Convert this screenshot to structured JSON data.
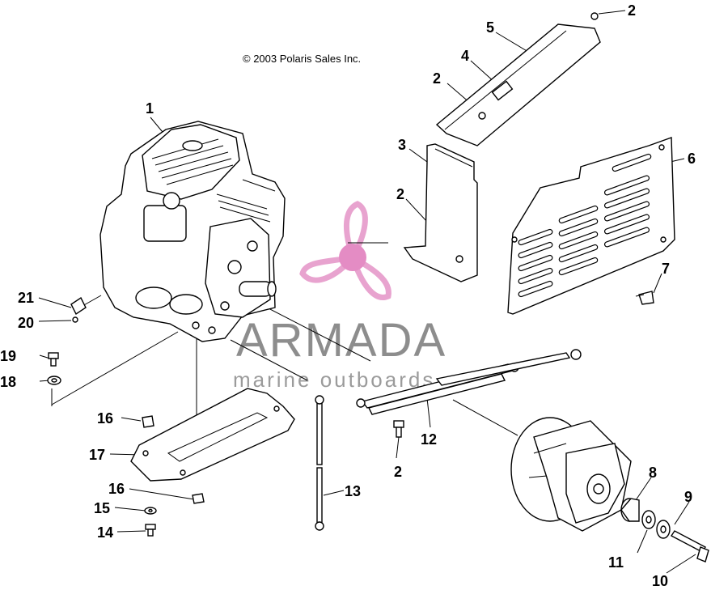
{
  "copyright": "© 2003 Polaris Sales Inc.",
  "watermark": {
    "brand": "ARMADA",
    "tagline": "marine outboards",
    "colors": {
      "propeller": "#e8a3cf",
      "hub": "#e48cc4",
      "text": "#7a7a7a"
    }
  },
  "callouts": [
    {
      "id": "1",
      "label": "1"
    },
    {
      "id": "2a",
      "label": "2"
    },
    {
      "id": "2b",
      "label": "2"
    },
    {
      "id": "2c",
      "label": "2"
    },
    {
      "id": "2d",
      "label": "2"
    },
    {
      "id": "3",
      "label": "3"
    },
    {
      "id": "4",
      "label": "4"
    },
    {
      "id": "5",
      "label": "5"
    },
    {
      "id": "6",
      "label": "6"
    },
    {
      "id": "7",
      "label": "7"
    },
    {
      "id": "8",
      "label": "8"
    },
    {
      "id": "9",
      "label": "9"
    },
    {
      "id": "10",
      "label": "10"
    },
    {
      "id": "11",
      "label": "11"
    },
    {
      "id": "12",
      "label": "12"
    },
    {
      "id": "13",
      "label": "13"
    },
    {
      "id": "14",
      "label": "14"
    },
    {
      "id": "15",
      "label": "15"
    },
    {
      "id": "16a",
      "label": "16"
    },
    {
      "id": "16b",
      "label": "16"
    },
    {
      "id": "17",
      "label": "17"
    },
    {
      "id": "18",
      "label": "18"
    },
    {
      "id": "19",
      "label": "19"
    },
    {
      "id": "20",
      "label": "20"
    },
    {
      "id": "21",
      "label": "21"
    }
  ]
}
